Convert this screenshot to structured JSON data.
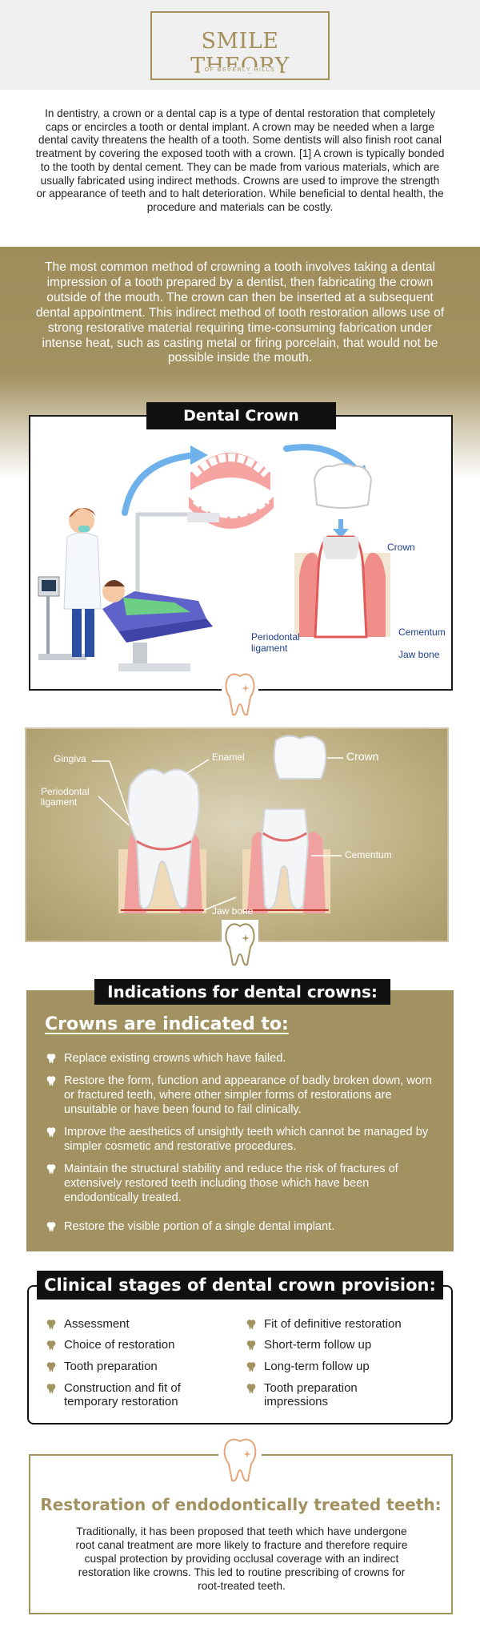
{
  "brand": {
    "name": "SMILE THEORY",
    "tagline": "OF BEVERLY HILLS",
    "color": "#a4905c"
  },
  "intro": "In dentistry, a crown or a dental cap is a type of dental restoration that completely caps or encircles a tooth or dental implant. A crown may be needed when a large dental cavity threatens the health of a tooth. Some dentists will also finish root canal treatment by covering the exposed tooth with a crown. [1] A crown is typically bonded to the tooth by dental cement. They can be made from various materials, which are usually fabricated using indirect methods. Crowns are used to improve the strength or appearance of teeth and to halt deterioration. While beneficial to dental health, the procedure and materials can be costly.",
  "method_text": "The most common method of crowning a tooth involves taking a dental impression of a tooth prepared by a dentist, then fabricating the crown outside of the mouth. The crown can then be inserted at a subsequent dental appointment. This indirect method of tooth restoration allows use of strong restorative material requiring time-consuming fabrication under intense heat, such as casting metal or firing porcelain, that would not be possible inside the mouth.",
  "dental_crown": {
    "title": "Dental Crown",
    "labels": {
      "crown": "Crown",
      "cementum": "Cementum",
      "jaw_bone": "Jaw bone",
      "periodontal": "Periodontal ligament"
    }
  },
  "anatomy": {
    "gingiva": "Gingiva",
    "enamel": "Enamel",
    "crown": "Crown",
    "periodontal": "Periodontal ligament",
    "cementum": "Cementum",
    "jaw_bone": "Jaw bone"
  },
  "indications": {
    "title": "Indications for dental crowns:",
    "heading": "Crowns are indicated to:",
    "items": [
      "Replace existing crowns which have failed.",
      "Restore the form, function and appearance of badly broken down, worn or fractured teeth, where other simpler forms of restorations are unsuitable or have been found to fail clinically.",
      "Improve the aesthetics of unsightly teeth which cannot be managed by simpler cosmetic and restorative procedures.",
      "Maintain the structural stability and reduce the risk of fractures of extensively restored teeth including those which have been endodontically treated.",
      "Restore the visible portion of a single dental implant."
    ]
  },
  "clinical": {
    "title": "Clinical stages of dental crown provision:",
    "left": [
      "Assessment",
      "Choice of restoration",
      "Tooth preparation",
      "Construction and fit of temporary restoration"
    ],
    "right": [
      "Fit of definitive restoration",
      "Short-term follow up",
      "Long-term follow up",
      "Tooth preparation impressions"
    ]
  },
  "endo": {
    "title": "Restoration of endodontically treated teeth:",
    "text": "Traditionally, it has been proposed that teeth which have undergone root canal treatment are more likely to fracture and therefore require cuspal protection by providing occlusal coverage with an indirect restoration like crowns. This led to routine prescribing of crowns for root-treated teeth."
  },
  "colors": {
    "accent": "#a39261",
    "dark": "#111111",
    "gum": "#f08f8a",
    "arrow": "#6fb1ea"
  }
}
